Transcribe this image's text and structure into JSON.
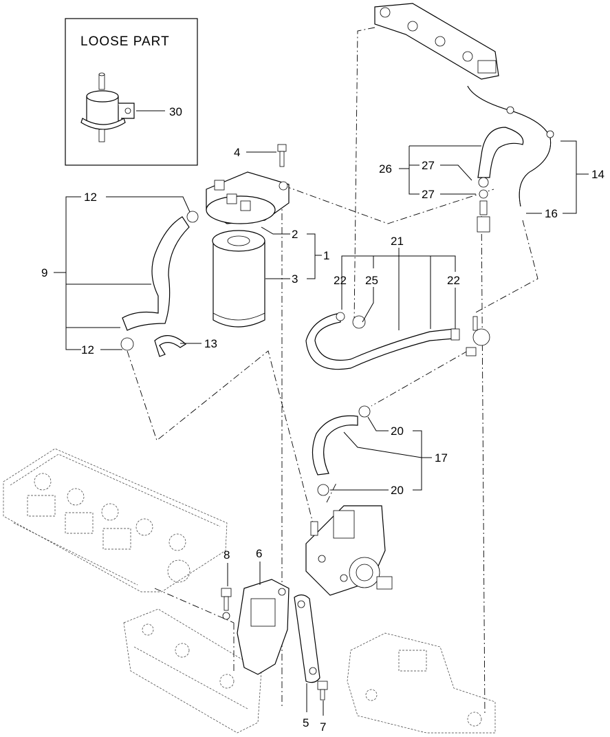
{
  "loose_part_box": {
    "title": "LOOSE  PART"
  },
  "callouts": {
    "c1": "1",
    "c2": "2",
    "c3": "3",
    "c4": "4",
    "c5": "5",
    "c6": "6",
    "c7": "7",
    "c8": "8",
    "c9": "9",
    "c12a": "12",
    "c12b": "12",
    "c13": "13",
    "c14": "14",
    "c16": "16",
    "c17": "17",
    "c20a": "20",
    "c20b": "20",
    "c21": "21",
    "c22a": "22",
    "c22b": "22",
    "c25": "25",
    "c26": "26",
    "c27a": "27",
    "c27b": "27",
    "c30": "30"
  }
}
